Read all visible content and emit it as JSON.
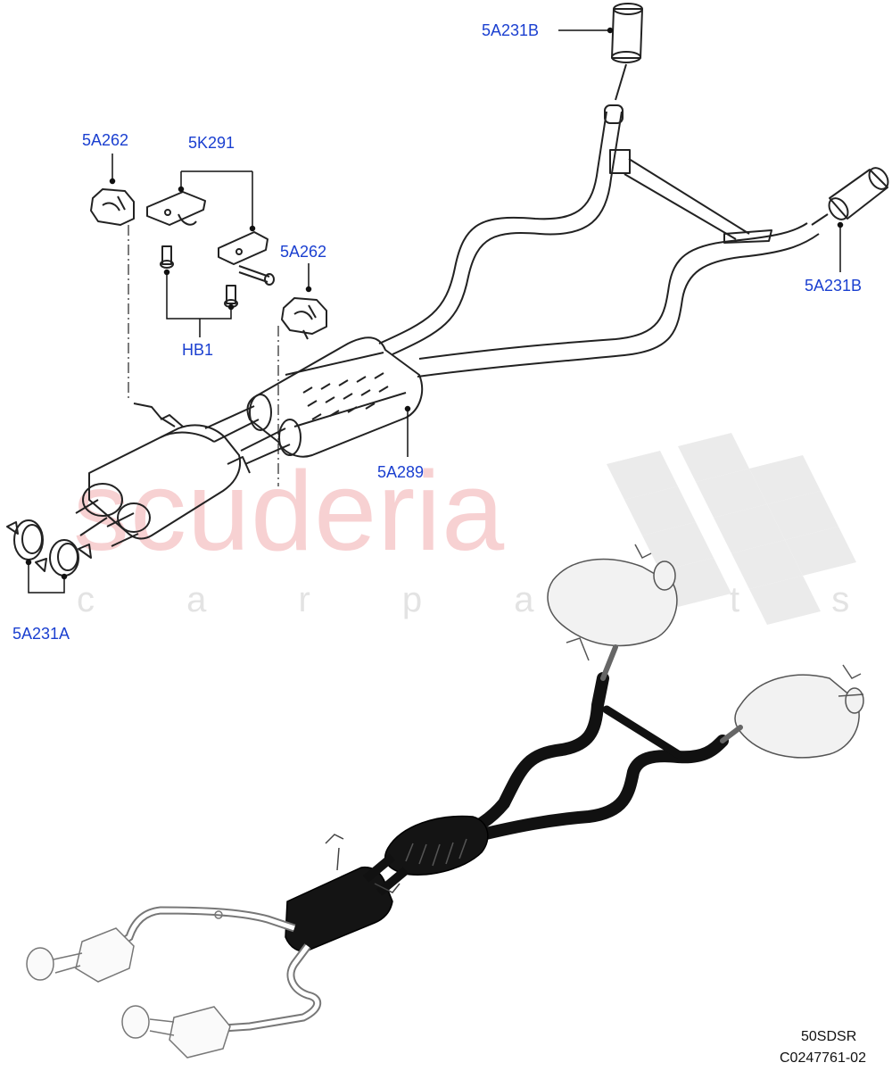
{
  "watermark": {
    "brand": "scuderia",
    "tagline": "c a r  p a r t s"
  },
  "callouts": {
    "tailpipe_top": "5A231B",
    "tailpipe_right": "5A231B",
    "clamps_front": "5A231A",
    "hanger_left": "5A262",
    "hanger_right": "5A262",
    "brackets": "5K291",
    "bolts": "HB1",
    "resonator": "5A289"
  },
  "footer": {
    "code": "50SDSR",
    "diagram_id": "C0247761-02"
  },
  "colors": {
    "callout_text": "#1a3fd0",
    "line_art": "#222222",
    "black_pipe": "#111111",
    "watermark_red": "#f6c9cb",
    "watermark_grey": "#e3e3e3"
  }
}
